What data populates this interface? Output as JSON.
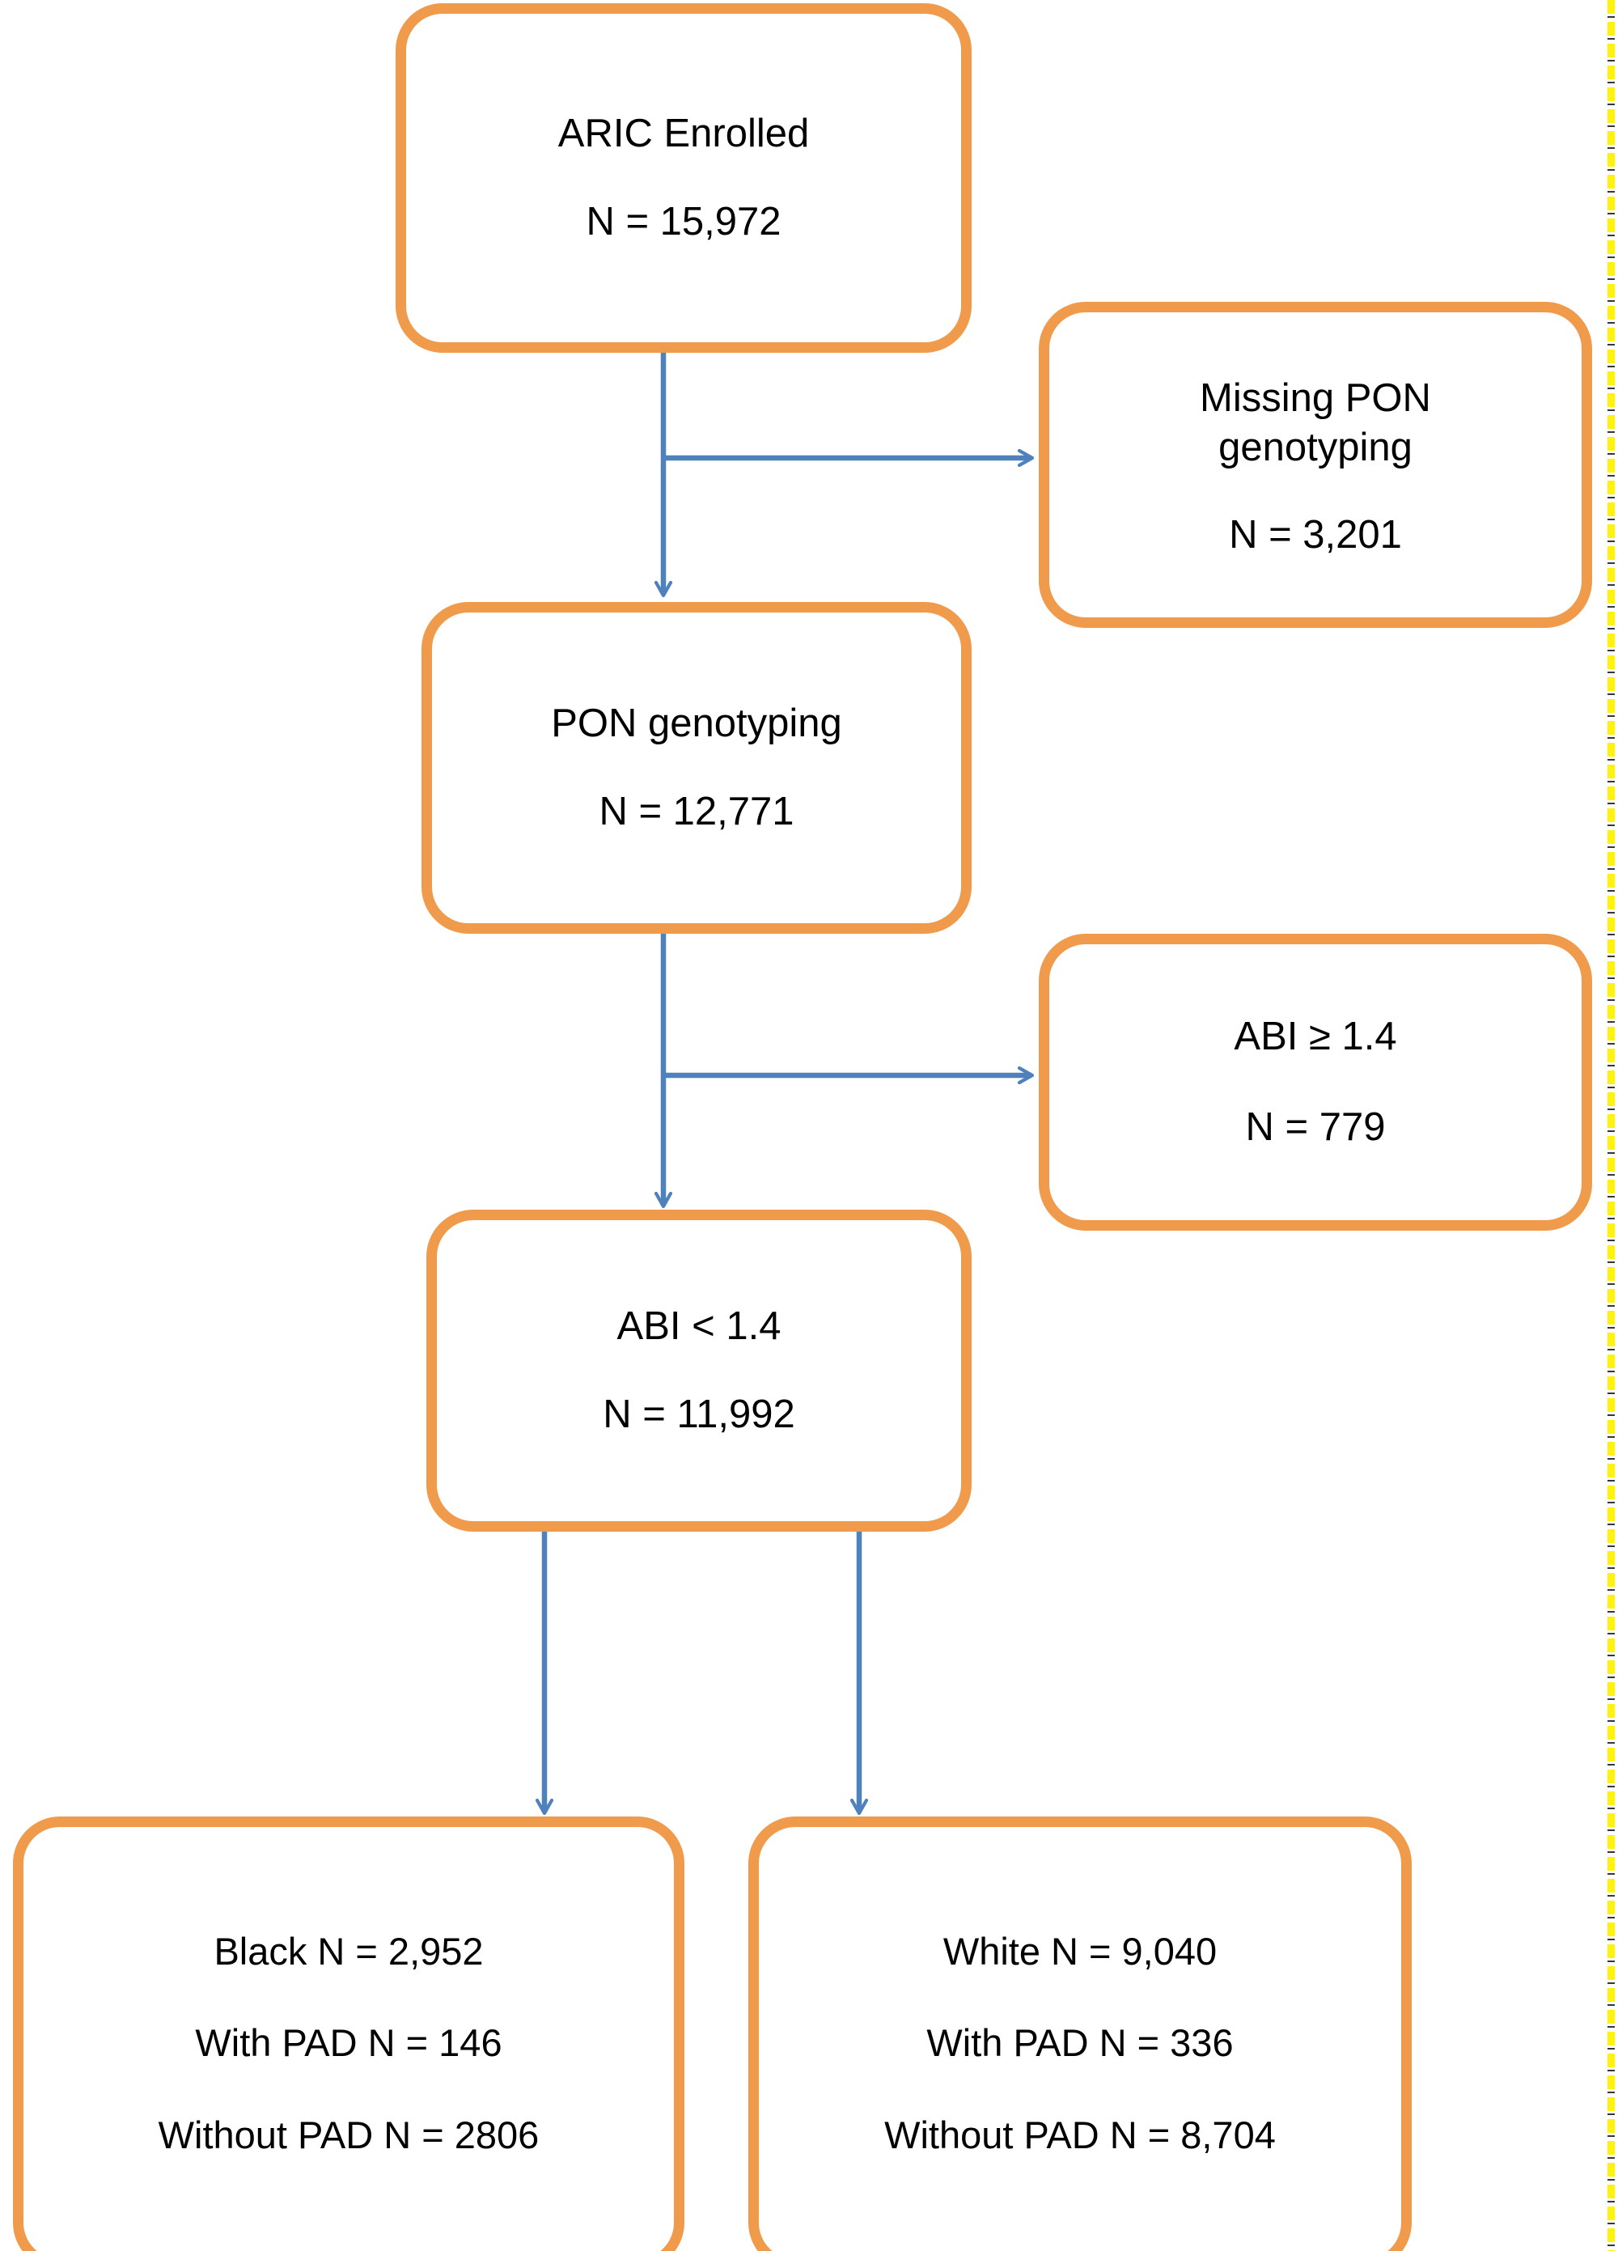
{
  "figure": {
    "type": "flowchart",
    "orientation": "top-down",
    "accent_colors": {
      "node_border": "#F09A4B",
      "connector": "#4F81BD",
      "text": "#000000",
      "background": "#FFFFFF",
      "edge_strip_highlight": "#FFF200"
    }
  },
  "nodes": {
    "aric": {
      "id": "aric-enrolled",
      "line1": "ARIC Enrolled",
      "line2": "N = 15,972",
      "n": 15972
    },
    "missing_pon": {
      "id": "missing-pon-genotyping",
      "line1": "Missing PON",
      "line2": "genotyping",
      "line3": "N = 3,201",
      "n": 3201
    },
    "pon": {
      "id": "pon-genotyping",
      "line1": "PON genotyping",
      "line2": "N = 12,771",
      "n": 12771
    },
    "abi_ge": {
      "id": "abi-ge-1-4",
      "line1": "ABI ≥ 1.4",
      "line2": "N = 779",
      "n": 779
    },
    "abi_lt": {
      "id": "abi-lt-1-4",
      "line1": "ABI < 1.4",
      "line2": "N = 11,992",
      "n": 11992
    },
    "black": {
      "id": "black-cohort",
      "line1": "Black N = 2,952",
      "line2": "With PAD N = 146",
      "line3": "Without PAD N = 2806",
      "total": 2952,
      "with_pad": 146,
      "without_pad": 2806
    },
    "white": {
      "id": "white-cohort",
      "line1": "White N = 9,040",
      "line2": "With PAD N = 336",
      "line3": "Without PAD N = 8,704",
      "total": 9040,
      "with_pad": 336,
      "without_pad": 8704
    }
  },
  "edges": [
    {
      "from": "aric-enrolled",
      "to": "pon-genotyping",
      "direction": "down"
    },
    {
      "from": "aric-enrolled",
      "to": "missing-pon-genotyping",
      "direction": "right"
    },
    {
      "from": "pon-genotyping",
      "to": "abi-lt-1-4",
      "direction": "down"
    },
    {
      "from": "pon-genotyping",
      "to": "abi-ge-1-4",
      "direction": "right"
    },
    {
      "from": "abi-lt-1-4",
      "to": "black-cohort",
      "direction": "down"
    },
    {
      "from": "abi-lt-1-4",
      "to": "white-cohort",
      "direction": "down"
    }
  ]
}
